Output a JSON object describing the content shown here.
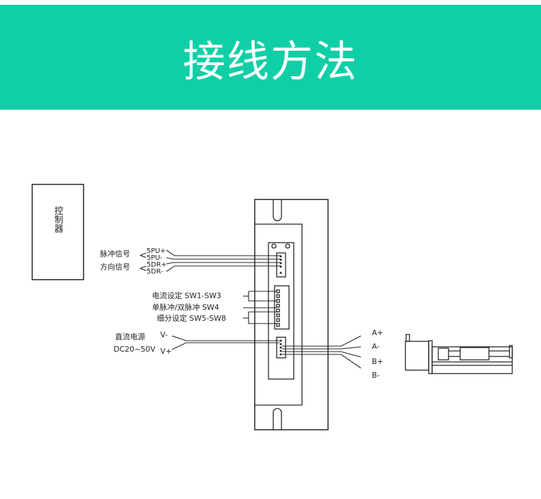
{
  "header": {
    "title": "接线方法",
    "bg_color": "#10cfa6"
  },
  "controller": {
    "label": "控制器"
  },
  "signals": {
    "pulse": {
      "label": "脉冲信号",
      "plus": "5PU+",
      "minus": "5PU-"
    },
    "direction": {
      "label": "方向信号",
      "plus": "5DR+",
      "minus": "5DR-"
    }
  },
  "switches": {
    "current": "电流设定  SW1-SW3",
    "pulse_mode": "单脉冲/双脉冲  SW4",
    "microstep": "细分设定   SW5-SW8"
  },
  "power": {
    "label": "直流电源",
    "range": "DC20~50V",
    "vminus": "V-",
    "vplus": "V+"
  },
  "motor": {
    "a_plus": "A+",
    "a_minus": "A-",
    "b_plus": "B+",
    "b_minus": "B-"
  }
}
